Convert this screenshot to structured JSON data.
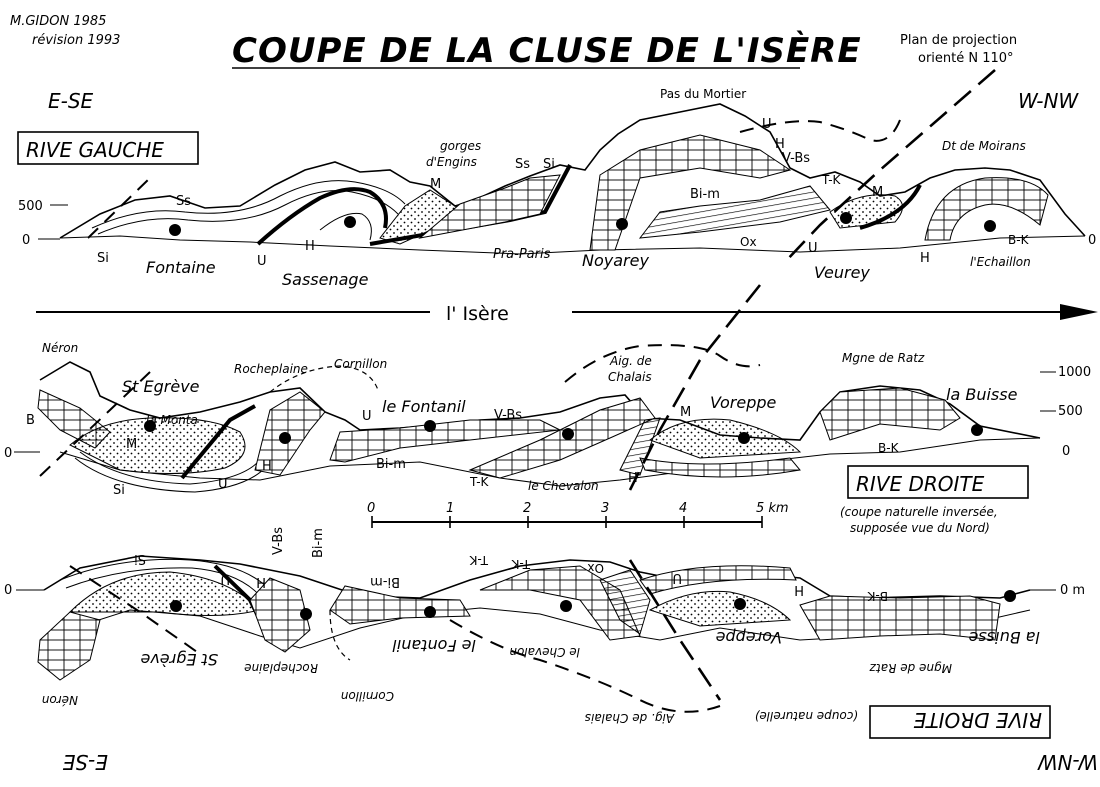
{
  "author": {
    "line1": "M.GIDON 1985",
    "line2": "révision 1993"
  },
  "title": "COUPE DE LA CLUSE DE L'ISÈRE",
  "projection": {
    "line1": "Plan de projection",
    "line2": "orienté N 110°"
  },
  "orientation": {
    "left": "E-SE",
    "right": "W-NW"
  },
  "bank_left": "RIVE GAUCHE",
  "bank_right": "RIVE DROITE",
  "river": "l' Isère",
  "section1": {
    "alt_500": "500",
    "alt_0": "0",
    "alt_0_right": "0",
    "labels": {
      "ss1": "Ss",
      "si1": "Si",
      "fontaine": "Fontaine",
      "u1": "U",
      "h1": "H",
      "sassenage": "Sassenage",
      "m1": "M",
      "gorges": "gorges",
      "engins": "d'Engins",
      "ss2": "Ss",
      "si2": "Si",
      "praparis": "Pra-Paris",
      "noyarey": "Noyarey",
      "pasdumortier": "Pas du Mortier",
      "u2": "U",
      "h2": "H",
      "vbs": "V-Bs",
      "bim": "Bi-m",
      "ox": "Ox",
      "tk": "T-K",
      "m2": "M",
      "u3": "U",
      "veurey": "Veurey",
      "dtmoirans": "Dt de Moirans",
      "h3": "H",
      "bk": "B-K",
      "echaillon": "l'Echaillon"
    }
  },
  "section2": {
    "alt_1000": "1000",
    "alt_500": "500",
    "alt_0": "0",
    "alt_0_left": "0",
    "labels": {
      "neron": "Néron",
      "b": "B",
      "stegreve": "St Egrève",
      "lamonta": "la Monta",
      "m": "M",
      "si": "Si",
      "u1": "U",
      "rocheplaine": "Rocheplaine",
      "h1": "H",
      "cornillon": "Cornillon",
      "u2": "U",
      "lefontanil": "le Fontanil",
      "vbs": "V-Bs",
      "bim": "Bi-m",
      "tk": "T-K",
      "lechevalon": "le Chevalon",
      "aig": "Aig. de",
      "chalais": "Chalais",
      "m2": "M",
      "h2": "H",
      "voreppe": "Voreppe",
      "mgne": "Mgne de Ratz",
      "labuisse": "la Buisse",
      "bk": "B-K"
    }
  },
  "scale": {
    "ticks": [
      "0",
      "1",
      "2",
      "3",
      "4"
    ],
    "end": "5 km"
  },
  "rive_droite_note": {
    "line1": "(coupe naturelle inversée,",
    "line2": "supposée vue du Nord)"
  },
  "section3": {
    "alt_0": "0",
    "alt_0m": "0 m",
    "note": "(coupe naturelle)",
    "labels": {
      "si": "Si",
      "u": "U",
      "h": "H",
      "vbs": "V-Bs",
      "bim1": "Bi-m",
      "bim2": "Bi-m",
      "tk1": "T-K",
      "tk2": "T-K",
      "ox": "Ox",
      "u2": "U",
      "h2": "H",
      "bk": "B-K",
      "neron": "Néron",
      "stegreve": "St Egrève",
      "rocheplaine": "Rocheplaine",
      "cornillon": "Cornillon",
      "lefontanil": "le Fontanil",
      "lechevalon": "le Chevalon",
      "aig": "Aig. de Chalais",
      "voreppe": "Voreppe",
      "labuisse": "la Buisse",
      "mgne": "Mgne de Ratz"
    }
  }
}
